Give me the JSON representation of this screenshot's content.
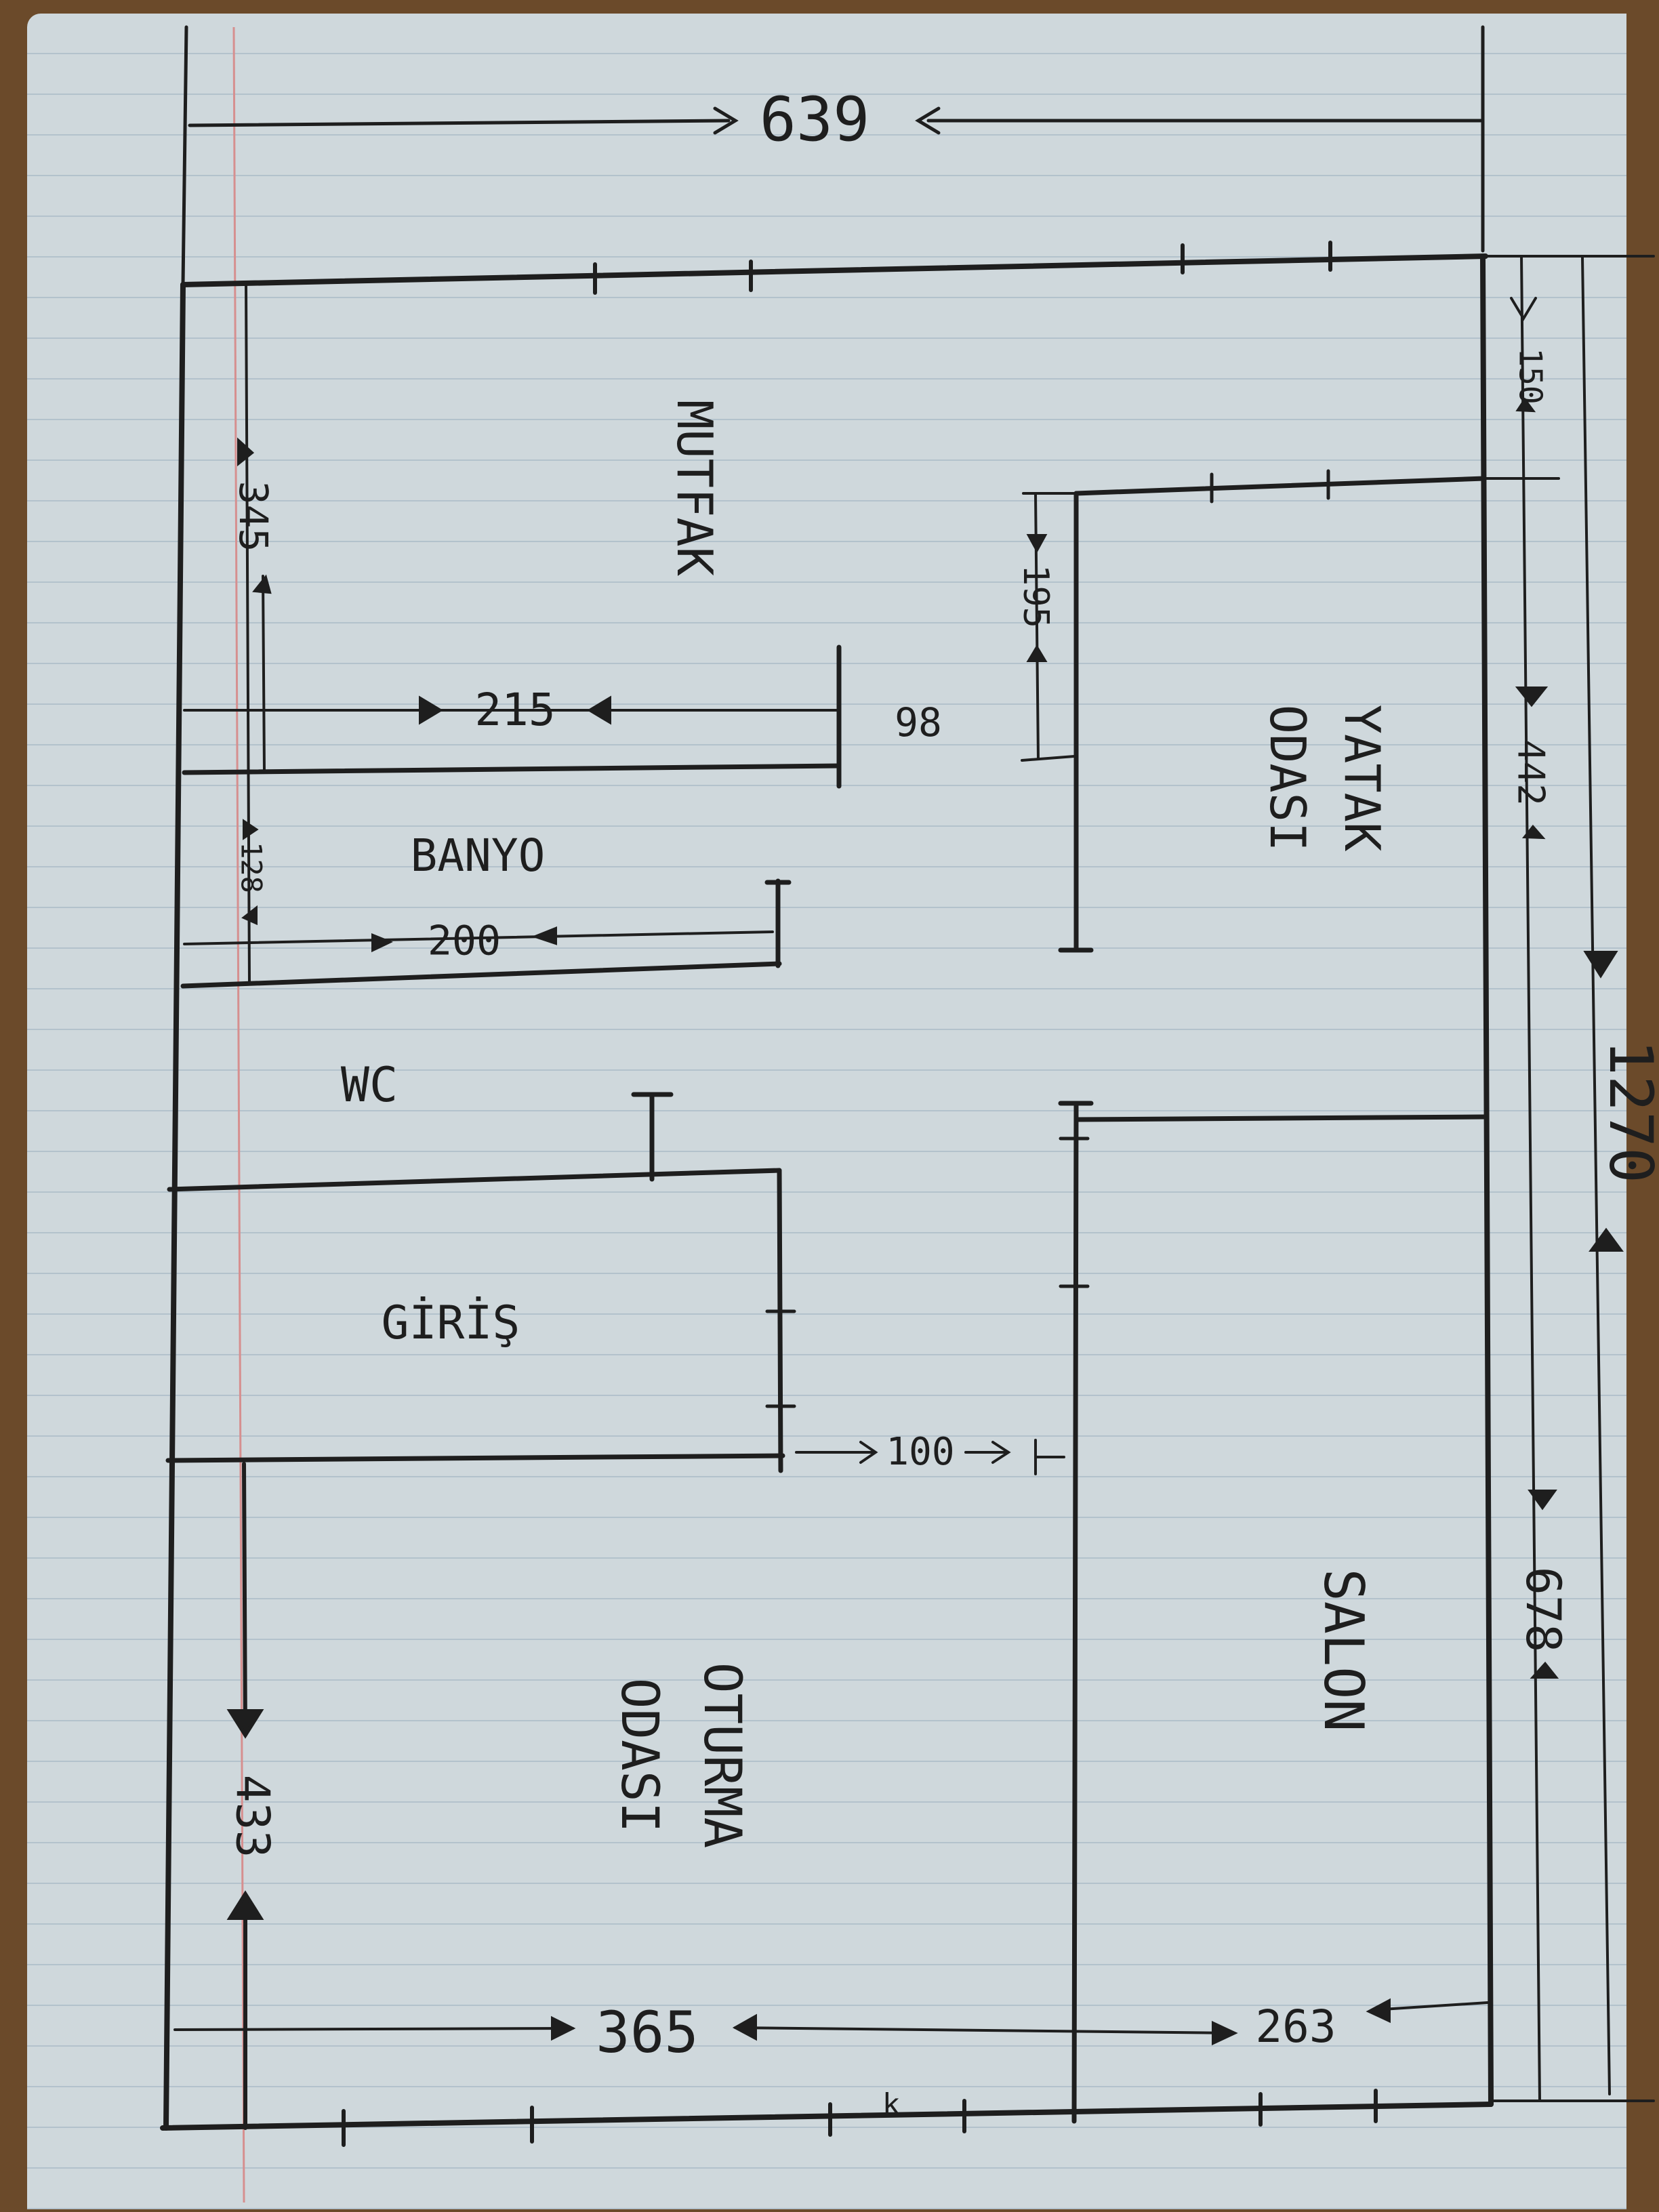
{
  "rooms": {
    "mutfak": "MUTFAK",
    "yatak_1": "YATAK",
    "yatak_2": "ODASI",
    "banyo": "BANYO",
    "wc": "WC",
    "giris": "GİRİŞ",
    "salon": "SALON",
    "oturma_1": "OTURMA",
    "oturma_2": "ODASI"
  },
  "dimensions": {
    "overall_width": "639",
    "overall_length": "1270",
    "right_top": "150",
    "right_mid": "442",
    "right_bottom": "678",
    "mutfak_depth": "345",
    "mutfak_width": "215",
    "counter": "98",
    "yatak_wall": "195",
    "banyo_depth": "128",
    "banyo_width": "200",
    "corridor": "100",
    "oturma_depth": "433",
    "oturma_width": "365",
    "salon_width": "263"
  },
  "marks": {
    "k": "k"
  }
}
